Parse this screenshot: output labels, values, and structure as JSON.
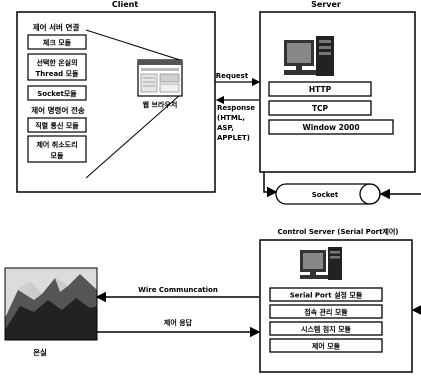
{
  "client": {
    "title": "Client",
    "group1_title": "제어 서버 연결",
    "modules1": [
      "체크 모듈",
      "선택한 온실의",
      "Thread 모듈",
      "Socket모듈"
    ],
    "group2_title": "제어 명령어 전송",
    "modules2": [
      "직렬 통신 모듈",
      "제어 취소도리",
      "모듈"
    ],
    "browser_label": "웹 브라우저"
  },
  "server": {
    "title": "Server",
    "layers": [
      "HTTP",
      "TCP",
      "Window 2000"
    ]
  },
  "arrows": {
    "request": "Request",
    "response": [
      "Response",
      "(HTML,",
      "ASP,",
      "APPLET)"
    ],
    "wire": "Wire Communcation",
    "control_reply": "제어 응답"
  },
  "socket_label": "Socket",
  "control_server": {
    "title": "Control Server (Serial Port제어)",
    "modules": [
      "Serial Port 설정 모듈",
      "접속 관리 모듈",
      "시스템 점지 모듈",
      "제어 모듈"
    ]
  },
  "greenhouse_label": "온실"
}
